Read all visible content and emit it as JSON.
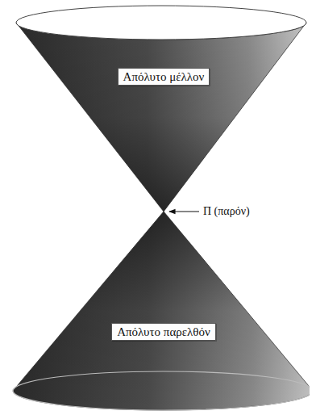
{
  "diagram": {
    "nodes": [
      {
        "text": [
          "Απόλυτο μέλλον"
        ]
      },
      {
        "text": [
          "Απόλυτο παρελθόν"
        ]
      }
    ],
    "labels": [
      "Π (παρόν)"
    ]
  }
}
